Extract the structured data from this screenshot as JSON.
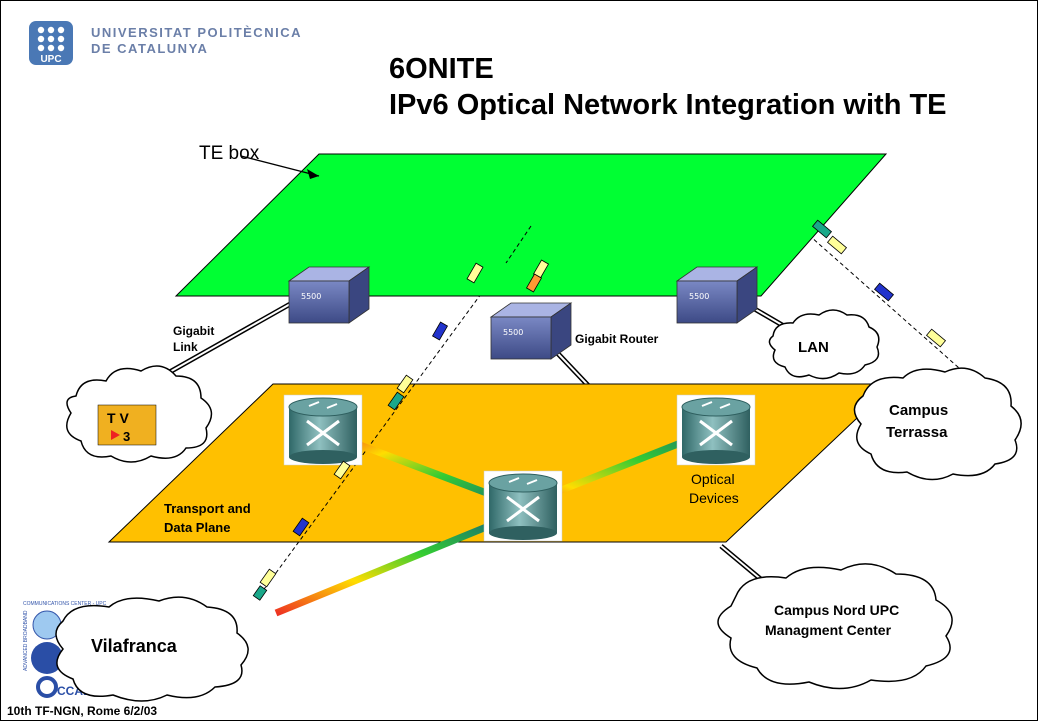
{
  "header": {
    "university_line1": "UNIVERSITAT POLITÈCNICA",
    "university_line2": "DE CATALUNYA",
    "logo_text": "UPC",
    "title_line1": "6ONITE",
    "title_line2": "IPv6 Optical Network Integration with TE"
  },
  "labels": {
    "te_box": "TE box",
    "gigabit_link_1": "Gigabit",
    "gigabit_link_2": "Link",
    "gigabit_router": "Gigabit Router",
    "router_model": "5500",
    "lan": "LAN",
    "campus_terrassa_1": "Campus",
    "campus_terrassa_2": "Terrassa",
    "transport_1": "Transport and",
    "transport_2": "Data Plane",
    "optical_1": "Optical",
    "optical_2": "Devices",
    "campus_nord_1": "Campus Nord UPC",
    "campus_nord_2": "Managment Center",
    "vilafranca": "Vilafranca",
    "tv3_top": "T V",
    "tv3_bottom": "3"
  },
  "ccaba_logo": {
    "text": "CCABA",
    "side_text": "ADVANCED BROADBAND",
    "top_text": "COMMUNICATIONS CENTER - UPC"
  },
  "footer": {
    "text": "10th TF-NGN, Rome 6/2/03"
  },
  "colors": {
    "te_plane": "#00ff33",
    "transport_plane": "#ffc000",
    "router_blue": "#5b6aa8",
    "optical_teal": "#4f8c8c",
    "univ_text": "#6b7fa8",
    "packet_yellow": "#ffff99",
    "packet_blue": "#2233cc",
    "packet_teal": "#1aa88a",
    "packet_orange": "#ff9933"
  }
}
